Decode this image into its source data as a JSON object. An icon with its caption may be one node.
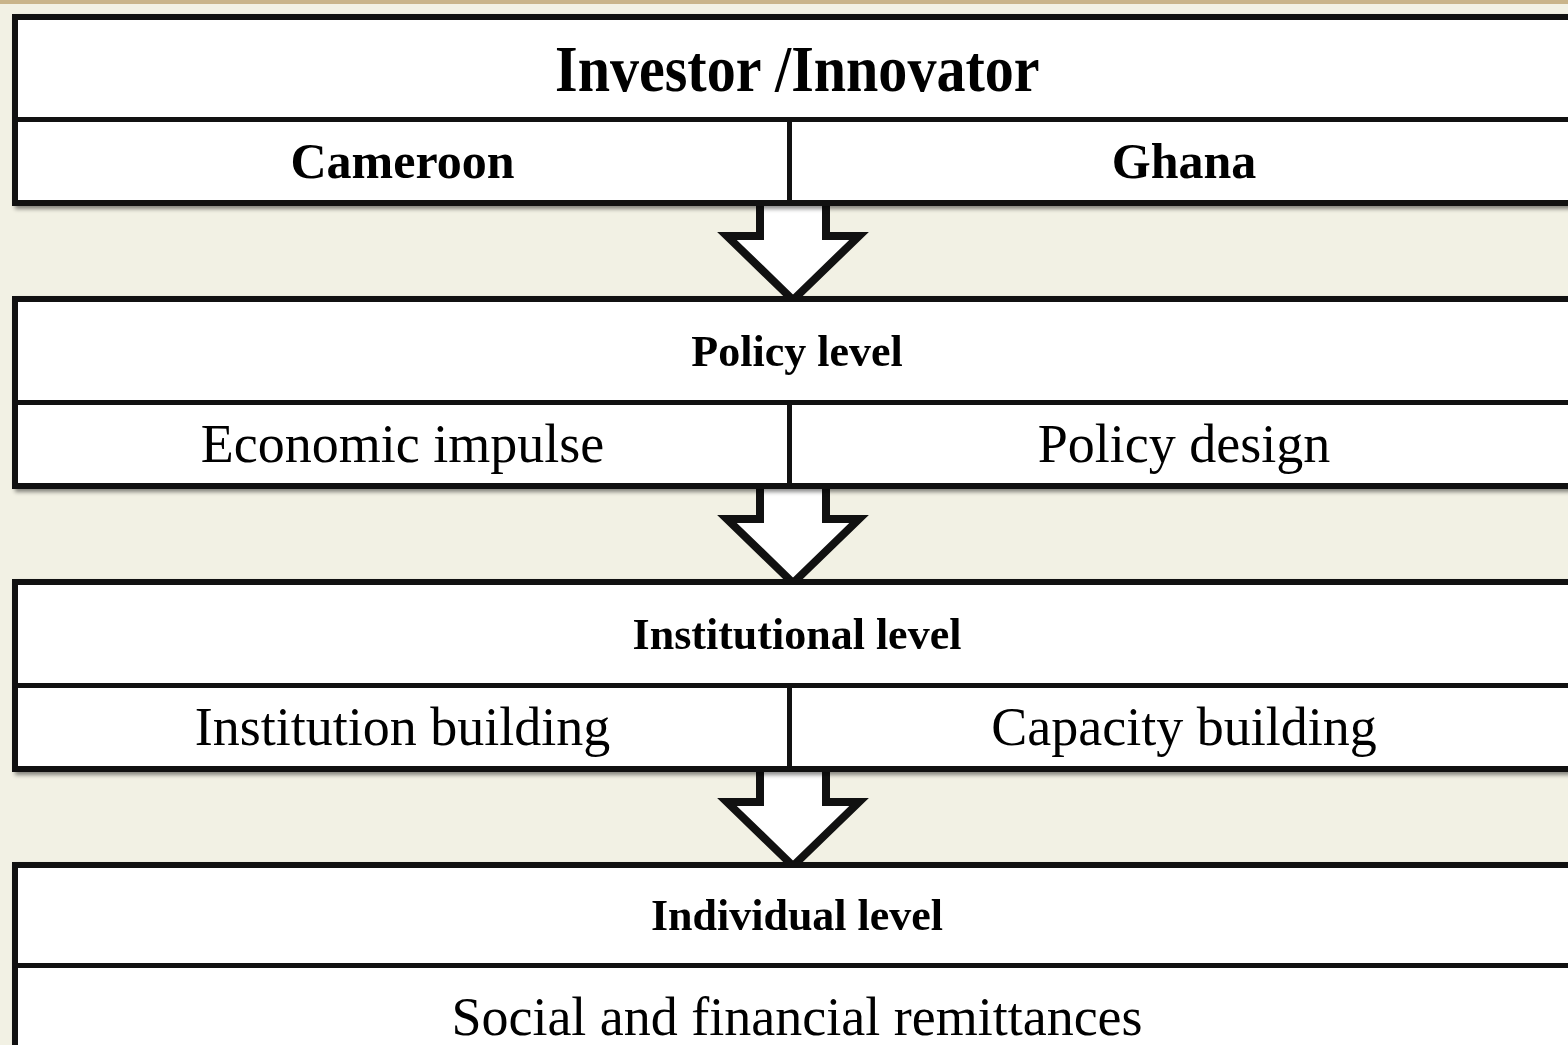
{
  "diagram": {
    "nodes": [
      {
        "text": [
          "Investor /Innovator"
        ]
      },
      {
        "text": [
          "Cameroon"
        ],
        "in": 0
      },
      {
        "text": [
          "Ghana"
        ],
        "in": 0
      },
      {
        "text": [
          "Policy level"
        ]
      },
      {
        "text": [
          "Economic impulse"
        ],
        "in": 3
      },
      {
        "text": [
          "Policy design"
        ],
        "in": 3
      },
      {
        "text": [
          "Institutional level"
        ]
      },
      {
        "text": [
          "Institution building"
        ],
        "in": 6
      },
      {
        "text": [
          "Capacity building"
        ],
        "in": 6
      },
      {
        "text": [
          "Individual level"
        ]
      },
      {
        "text": [
          "Social and financial remittances"
        ],
        "in": 9
      }
    ],
    "edges": [
      {
        "from": 0,
        "to": 3,
        "arrow": "to"
      },
      {
        "from": 3,
        "to": 6,
        "arrow": "to"
      },
      {
        "from": 6,
        "to": 9,
        "arrow": "to"
      }
    ]
  }
}
